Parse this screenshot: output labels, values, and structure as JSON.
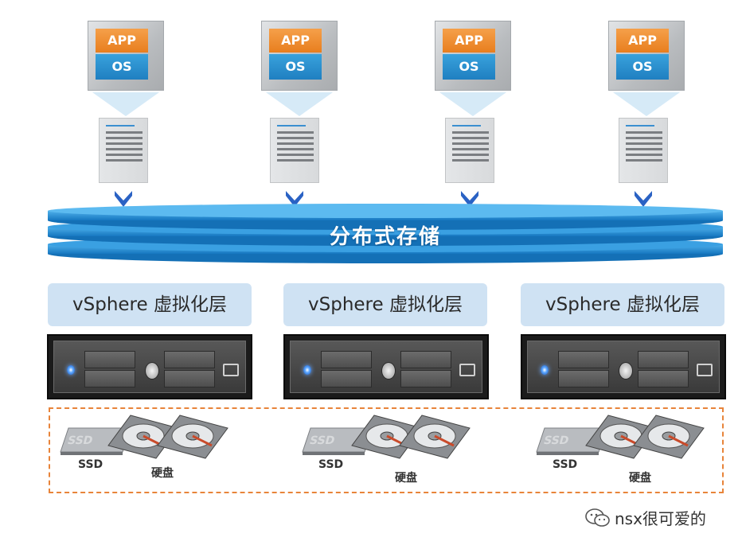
{
  "vms": [
    {
      "app": "APP",
      "os": "OS"
    },
    {
      "app": "APP",
      "os": "OS"
    },
    {
      "app": "APP",
      "os": "OS"
    },
    {
      "app": "APP",
      "os": "OS"
    }
  ],
  "storage": {
    "title": "分布式存储"
  },
  "layers": [
    {
      "label": "vSphere 虚拟化层"
    },
    {
      "label": "vSphere 虚拟化层"
    },
    {
      "label": "vSphere 虚拟化层"
    }
  ],
  "disk_groups": [
    {
      "ssd_label": "SSD",
      "hdd_label": "硬盘"
    },
    {
      "ssd_label": "SSD",
      "hdd_label": "硬盘"
    },
    {
      "ssd_label": "SSD",
      "hdd_label": "硬盘"
    }
  ],
  "watermark": {
    "text": "nsx很可爱的",
    "icon": "wechat-icon"
  },
  "colors": {
    "app_orange": "#e87e1e",
    "os_blue": "#1f7fc1",
    "storage_blue": "#1e8fd5",
    "layer_bg": "#cfe2f3",
    "dashed_orange": "#e8843a",
    "arrow_blue": "#2a62c4"
  }
}
